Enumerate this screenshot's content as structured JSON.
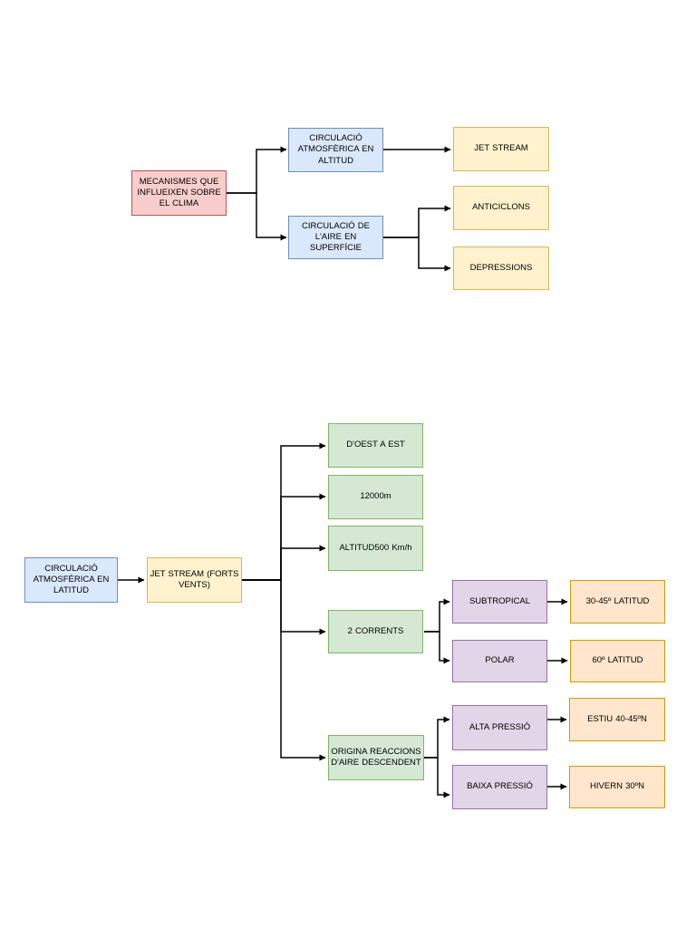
{
  "palette": {
    "red": {
      "fill": "#f8cecc",
      "stroke": "#b85450"
    },
    "blue": {
      "fill": "#dae8fc",
      "stroke": "#6c8ebf"
    },
    "yellow": {
      "fill": "#fff2cc",
      "stroke": "#d6b656"
    },
    "green": {
      "fill": "#d5e8d4",
      "stroke": "#82b366"
    },
    "purple": {
      "fill": "#e1d5e7",
      "stroke": "#9673a6"
    },
    "orange": {
      "fill": "#ffe6cc",
      "stroke": "#d79b00"
    },
    "connector": "#000000",
    "page_background": "#ffffff"
  },
  "nodes": {
    "mecanismes": {
      "label": "MECANISMES QUE INFLUEIXEN SOBRE EL CLIMA",
      "color": "red"
    },
    "circ_altitud": {
      "label": "CIRCULACIÓ ATMOSFÈRICA EN ALTITUD",
      "color": "blue"
    },
    "jet_stream": {
      "label": "JET STREAM",
      "color": "yellow"
    },
    "circ_superficie": {
      "label": "CIRCULACIÓ DE L'AIRE EN SUPERFÍCIE",
      "color": "blue"
    },
    "anticiclons": {
      "label": "ANTICICLONS",
      "color": "yellow"
    },
    "depressions": {
      "label": "DEPRESSIONS",
      "color": "yellow"
    },
    "circ_latitud": {
      "label": "CIRCULACIÓ ATMOSFÈRICA EN LATITUD",
      "color": "blue"
    },
    "jet_stream_forts": {
      "label": "JET STREAM (FORTS VENTS)",
      "color": "yellow"
    },
    "doest_a_est": {
      "label": "D'OEST A EST",
      "color": "green"
    },
    "alcada_12000": {
      "label": "12000m",
      "color": "green"
    },
    "altitud_500": {
      "label": "ALTITUD500 Km/h",
      "color": "green"
    },
    "dos_corrents": {
      "label": "2 CORRENTS",
      "color": "green"
    },
    "origina": {
      "label": "ORIGINA REACCIONS D'AIRE DESCENDENT",
      "color": "green"
    },
    "subtropical": {
      "label": "SUBTROPICAL",
      "color": "purple"
    },
    "polar": {
      "label": "POLAR",
      "color": "purple"
    },
    "alta_pressio": {
      "label": "ALTA PRESSIÓ",
      "color": "purple"
    },
    "baixa_pressio": {
      "label": "BAIXA PRESSIÓ",
      "color": "purple"
    },
    "lat_30_45": {
      "label": "30-45º LATITUD",
      "color": "orange"
    },
    "lat_60": {
      "label": "60º LATITUD",
      "color": "orange"
    },
    "estiu": {
      "label": "ESTIU 40-45ºN",
      "color": "orange"
    },
    "hivern": {
      "label": "HIVERN 30ºN",
      "color": "orange"
    }
  },
  "edges": [
    {
      "from": "mecanismes",
      "to": "circ_altitud"
    },
    {
      "from": "mecanismes",
      "to": "circ_superficie"
    },
    {
      "from": "circ_altitud",
      "to": "jet_stream"
    },
    {
      "from": "circ_superficie",
      "to": "anticiclons"
    },
    {
      "from": "circ_superficie",
      "to": "depressions"
    },
    {
      "from": "circ_latitud",
      "to": "jet_stream_forts"
    },
    {
      "from": "jet_stream_forts",
      "to": "doest_a_est"
    },
    {
      "from": "jet_stream_forts",
      "to": "alcada_12000"
    },
    {
      "from": "jet_stream_forts",
      "to": "altitud_500"
    },
    {
      "from": "jet_stream_forts",
      "to": "dos_corrents"
    },
    {
      "from": "jet_stream_forts",
      "to": "origina"
    },
    {
      "from": "dos_corrents",
      "to": "subtropical"
    },
    {
      "from": "dos_corrents",
      "to": "polar"
    },
    {
      "from": "subtropical",
      "to": "lat_30_45"
    },
    {
      "from": "polar",
      "to": "lat_60"
    },
    {
      "from": "origina",
      "to": "alta_pressio"
    },
    {
      "from": "origina",
      "to": "baixa_pressio"
    },
    {
      "from": "alta_pressio",
      "to": "estiu"
    },
    {
      "from": "baixa_pressio",
      "to": "hivern"
    }
  ]
}
